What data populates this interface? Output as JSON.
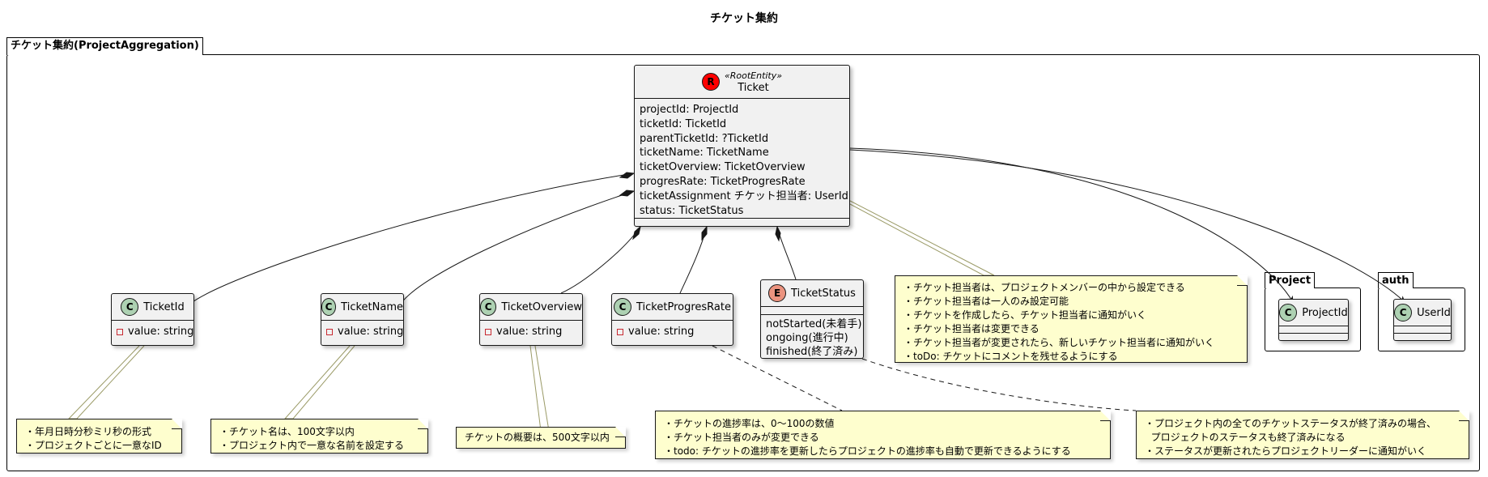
{
  "title": "チケット集約",
  "packages": {
    "main": "チケット集約(ProjectAggregation)",
    "project": "Project",
    "auth": "auth"
  },
  "colors": {
    "class_bg": "#f1f1f1",
    "note_bg": "#fefece",
    "class_icon": "#add1b2",
    "enum_icon": "#eb937f",
    "root_icon": "#ff0000"
  },
  "ticket": {
    "icon_letter": "R",
    "stereotype": "«RootEntity»",
    "name": "Ticket",
    "fields": [
      "projectId: ProjectId",
      "ticketId: TicketId",
      "parentTicketId: ?TicketId",
      "ticketName: TicketName",
      "ticketOverview: TicketOverview",
      "progresRate: TicketProgresRate",
      "ticketAssignment チケット担当者: UserId",
      "status: TicketStatus"
    ]
  },
  "classes": {
    "ticket_id": {
      "icon_letter": "C",
      "name": "TicketId",
      "field": "value: string"
    },
    "ticket_name": {
      "icon_letter": "C",
      "name": "TicketName",
      "field": "value: string"
    },
    "ticket_overview": {
      "icon_letter": "C",
      "name": "TicketOverview",
      "field": "value: string"
    },
    "ticket_progres_rate": {
      "icon_letter": "C",
      "name": "TicketProgresRate",
      "field": "value: string"
    },
    "ticket_status": {
      "icon_letter": "E",
      "name": "TicketStatus",
      "values": [
        "notStarted(未着手)",
        "ongoing(進行中)",
        "finished(終了済み)"
      ]
    },
    "project_id": {
      "icon_letter": "C",
      "name": "ProjectId"
    },
    "user_id": {
      "icon_letter": "C",
      "name": "UserId"
    }
  },
  "notes": {
    "ticket": [
      "・チケット担当者は、プロジェクトメンバーの中から設定できる",
      "・チケット担当者は一人のみ設定可能",
      "・チケットを作成したら、チケット担当者に通知がいく",
      "・チケット担当者は変更できる",
      "・チケット担当者が変更されたら、新しいチケット担当者に通知がいく",
      "・toDo: チケットにコメントを残せるようにする"
    ],
    "ticket_id": [
      "・年月日時分秒ミリ秒の形式",
      "・プロジェクトごとに一意なID"
    ],
    "ticket_name": [
      "・チケット名は、100文字以内",
      "・プロジェクト内で一意な名前を設定する"
    ],
    "ticket_overview": [
      "チケットの概要は、500文字以内"
    ],
    "ticket_progres_rate": [
      "・チケットの進捗率は、0〜100の数値",
      "・チケット担当者のみが変更できる",
      "・todo: チケットの進捗率を更新したらプロジェクトの進捗率も自動で更新できるようにする"
    ],
    "ticket_status": [
      "・プロジェクト内の全てのチケットステータスが終了済みの場合、",
      "  プロジェクトのステータスも終了済みになる",
      "・ステータスが更新されたらプロジェクトリーダーに通知がいく"
    ]
  }
}
